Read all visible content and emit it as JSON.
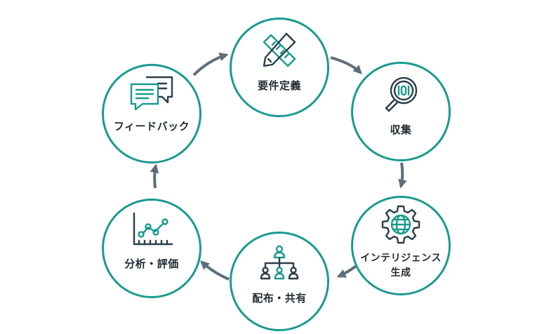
{
  "diagram": {
    "colors": {
      "circle_border": "#1a9a90",
      "arrow": "#5c6e7a",
      "icon_teal": "#1a9a90",
      "icon_dark": "#2a3f4a",
      "label": "#1f2a30"
    },
    "nodes": [
      {
        "id": "requirements",
        "label": "要件定義",
        "icon": "pencil-ruler-icon"
      },
      {
        "id": "collection",
        "label": "収集",
        "icon": "magnifier-binary-icon"
      },
      {
        "id": "intelligence",
        "label_lines": [
          "インテリジェンス",
          "生成"
        ],
        "icon": "gear-globe-icon"
      },
      {
        "id": "distribution",
        "label": "配布・共有",
        "icon": "org-chart-icon"
      },
      {
        "id": "analysis",
        "label": "分析・評価",
        "icon": "line-chart-icon"
      },
      {
        "id": "feedback",
        "label": "フィードバック",
        "icon": "chat-bubbles-icon"
      }
    ],
    "edges": [
      {
        "from": "requirements",
        "to": "collection"
      },
      {
        "from": "collection",
        "to": "intelligence"
      },
      {
        "from": "intelligence",
        "to": "distribution"
      },
      {
        "from": "distribution",
        "to": "analysis"
      },
      {
        "from": "analysis",
        "to": "feedback"
      },
      {
        "from": "feedback",
        "to": "requirements"
      }
    ]
  }
}
